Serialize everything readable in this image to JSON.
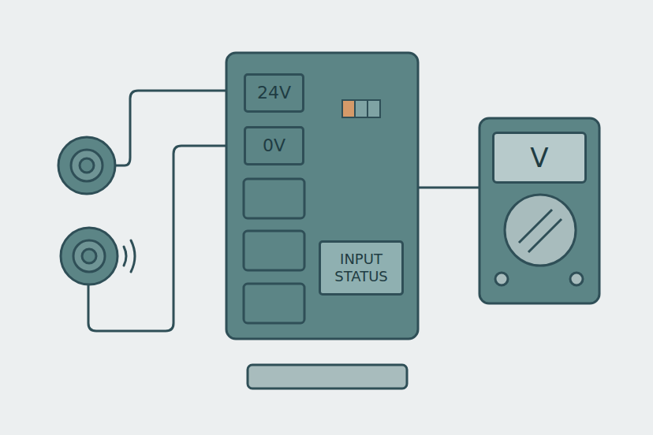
{
  "diagram": {
    "nodes": [
      {
        "text": [
          "24V"
        ]
      },
      {
        "text": [
          "0V"
        ]
      },
      {
        "text": [
          "INPUT STATUS"
        ]
      },
      {
        "text": [
          "V"
        ]
      }
    ]
  }
}
